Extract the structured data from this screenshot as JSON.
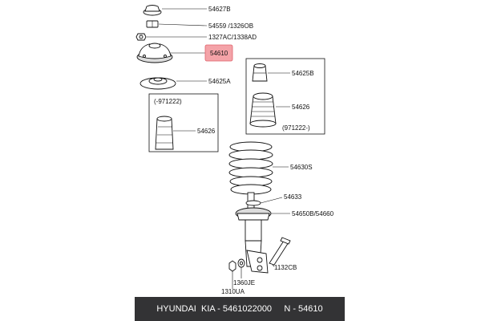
{
  "parts": [
    {
      "number": "54627B"
    },
    {
      "number": "54559 /1326OB"
    },
    {
      "number": "1327AC/1338AD"
    },
    {
      "number": "54610",
      "highlight": true
    },
    {
      "number": "54625A"
    },
    {
      "number": "54626"
    },
    {
      "number": "54625B"
    },
    {
      "number": "54626"
    },
    {
      "number": "54630S"
    },
    {
      "number": "54633"
    },
    {
      "number": "54650B/54660"
    },
    {
      "number": "1132CB"
    },
    {
      "number": "1360JE"
    },
    {
      "number": "1310UA"
    }
  ],
  "boxes": {
    "left_range": "(-971222)",
    "right_range": "(971222-)"
  },
  "colors": {
    "highlight_fill": "#f4a3a8",
    "highlight_stroke": "#e0626b",
    "footer_bg": "#333335"
  },
  "footer": {
    "text": "HYUNDAI  KIA - 5461022000     N - 54610"
  }
}
